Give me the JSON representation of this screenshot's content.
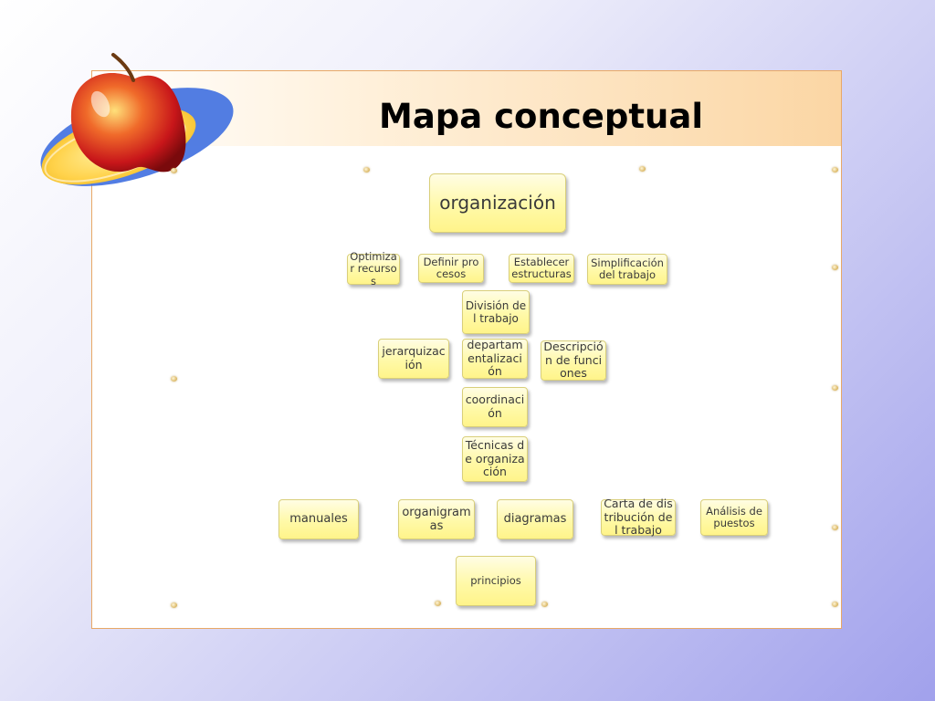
{
  "slide": {
    "title": "Mapa conceptual",
    "logo_icon": "apple-icon"
  },
  "colors": {
    "node_fill": "#fff8a8",
    "node_border": "#d9cf7a",
    "panel_border": "#e8a866",
    "title_band": "#fbd6a4",
    "background_accent": "#a1a1ec"
  },
  "concept_map": {
    "root": "organización",
    "row1": [
      "Optimizar recursos",
      "Definir procesos",
      "Establecer estructuras",
      "Simplificación del trabajo"
    ],
    "division": "División del trabajo",
    "row3": [
      "jerarquización",
      "departamentalización",
      "Descripción de funciones"
    ],
    "coordination": "coordinación",
    "techniques": "Técnicas de organización",
    "row6": [
      "manuales",
      "organigramas",
      "diagramas",
      "Carta de distribución del trabajo",
      "Análisis de puestos"
    ],
    "bottom": "principios"
  }
}
